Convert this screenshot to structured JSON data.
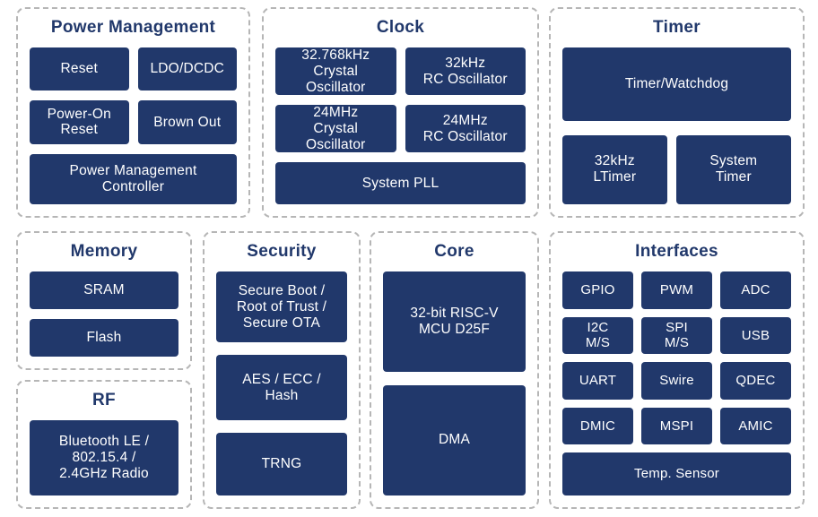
{
  "colors": {
    "page_bg": "#ffffff",
    "panel_border": "#b6b6b6",
    "title_text": "#21386b",
    "block_bg": "#21386b",
    "block_text": "#ffffff"
  },
  "panels": {
    "power_management": {
      "title": "Power Management",
      "blocks": {
        "reset": "Reset",
        "ldo_dcdc": "LDO/DCDC",
        "power_on_reset": "Power-On\nReset",
        "brown_out": "Brown Out",
        "pm_controller": "Power Management\nController"
      }
    },
    "clock": {
      "title": "Clock",
      "blocks": {
        "crystal_32768": "32.768kHz\nCrystal\nOscillator",
        "rc_32k": "32kHz\nRC Oscillator",
        "crystal_24m": "24MHz\nCrystal\nOscillator",
        "rc_24m": "24MHz\nRC Oscillator",
        "system_pll": "System PLL"
      }
    },
    "timer": {
      "title": "Timer",
      "blocks": {
        "timer_watchdog": "Timer/Watchdog",
        "ltimer_32k": "32kHz\nLTimer",
        "system_timer": "System\nTimer"
      }
    },
    "memory": {
      "title": "Memory",
      "blocks": {
        "sram": "SRAM",
        "flash": "Flash"
      }
    },
    "rf": {
      "title": "RF",
      "blocks": {
        "radio": "Bluetooth LE /\n802.15.4 /\n2.4GHz Radio"
      }
    },
    "security": {
      "title": "Security",
      "blocks": {
        "secure_boot": "Secure Boot /\nRoot of Trust /\nSecure OTA",
        "aes_ecc_hash": "AES / ECC /\nHash",
        "trng": "TRNG"
      }
    },
    "core": {
      "title": "Core",
      "blocks": {
        "mcu": "32-bit RISC-V\nMCU D25F",
        "dma": "DMA"
      }
    },
    "interfaces": {
      "title": "Interfaces",
      "blocks": {
        "gpio": "GPIO",
        "pwm": "PWM",
        "adc": "ADC",
        "i2c": "I2C\nM/S",
        "spi": "SPI\nM/S",
        "usb": "USB",
        "uart": "UART",
        "swire": "Swire",
        "qdec": "QDEC",
        "dmic": "DMIC",
        "mspi": "MSPI",
        "amic": "AMIC",
        "temp_sensor": "Temp. Sensor"
      }
    }
  }
}
